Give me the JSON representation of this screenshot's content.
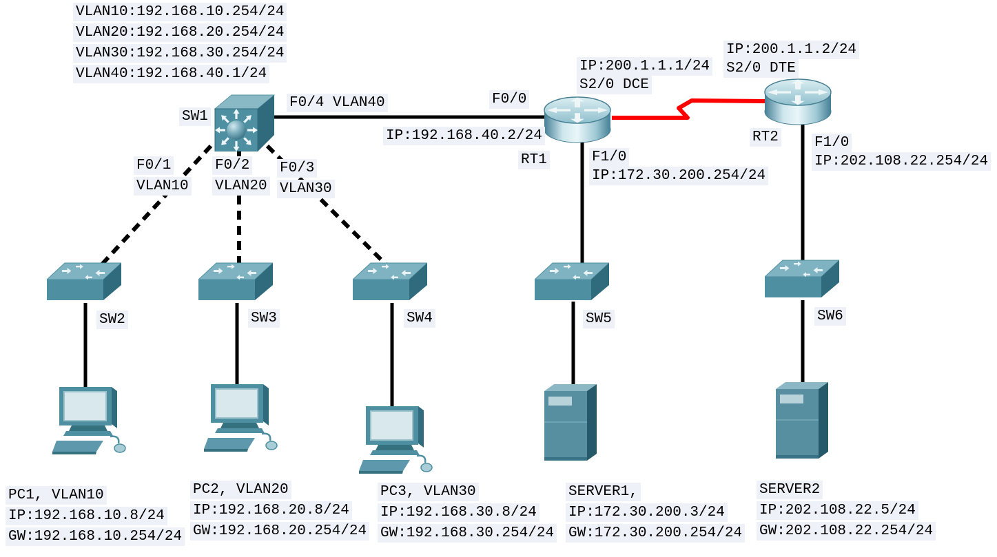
{
  "colors": {
    "ethernet_link": "#000000",
    "serial_link": "#ff0000",
    "device_teal": "#4e8fa2",
    "label_bg": "#eef1f8"
  },
  "annotations": {
    "vlan_gateway_block": [
      "VLAN10:192.168.10.254/24",
      "VLAN20:192.168.20.254/24",
      "VLAN30:192.168.30.254/24",
      "VLAN40:192.168.40.1/24"
    ],
    "trunk_label": "F0/4 VLAN40",
    "rt1_f00_label": "F0/0",
    "rt1_f00_ip": "IP:192.168.40.2/24",
    "rt1_serial_ip": "IP:200.1.1.1/24",
    "rt1_serial_label": "S2/0 DCE",
    "rt1_f10_label": "F1/0",
    "rt1_f10_ip": "IP:172.30.200.254/24",
    "rt2_serial_ip": "IP:200.1.1.2/24",
    "rt2_serial_label": "S2/0 DTE",
    "rt2_f10_label": "F1/0",
    "rt2_f10_ip": "IP:202.108.22.254/24",
    "sw1_f01": [
      "F0/1",
      "VLAN10"
    ],
    "sw1_f02": [
      "F0/2",
      "VLAN20"
    ],
    "sw1_f03": [
      "F0/3",
      "VLAN30"
    ]
  },
  "devices": {
    "sw1": {
      "name": "SW1",
      "type": "multilayer-switch"
    },
    "sw2": {
      "name": "SW2",
      "type": "switch"
    },
    "sw3": {
      "name": "SW3",
      "type": "switch"
    },
    "sw4": {
      "name": "SW4",
      "type": "switch"
    },
    "sw5": {
      "name": "SW5",
      "type": "switch"
    },
    "sw6": {
      "name": "SW6",
      "type": "switch"
    },
    "rt1": {
      "name": "RT1",
      "type": "router"
    },
    "rt2": {
      "name": "RT2",
      "type": "router"
    }
  },
  "hosts": {
    "pc1": {
      "lines": [
        "PC1, VLAN10",
        "IP:192.168.10.8/24",
        "GW:192.168.10.254/24"
      ]
    },
    "pc2": {
      "lines": [
        "PC2, VLAN20",
        "IP:192.168.20.8/24",
        "GW:192.168.20.254/24"
      ]
    },
    "pc3": {
      "lines": [
        "PC3, VLAN30",
        "IP:192.168.30.8/24",
        "GW:192.168.30.254/24"
      ]
    },
    "server1": {
      "lines": [
        "SERVER1,",
        "IP:172.30.200.3/24",
        "GW:172.30.200.254/24"
      ]
    },
    "server2": {
      "lines": [
        "SERVER2",
        "IP:202.108.22.5/24",
        "GW:202.108.22.254/24"
      ]
    }
  }
}
